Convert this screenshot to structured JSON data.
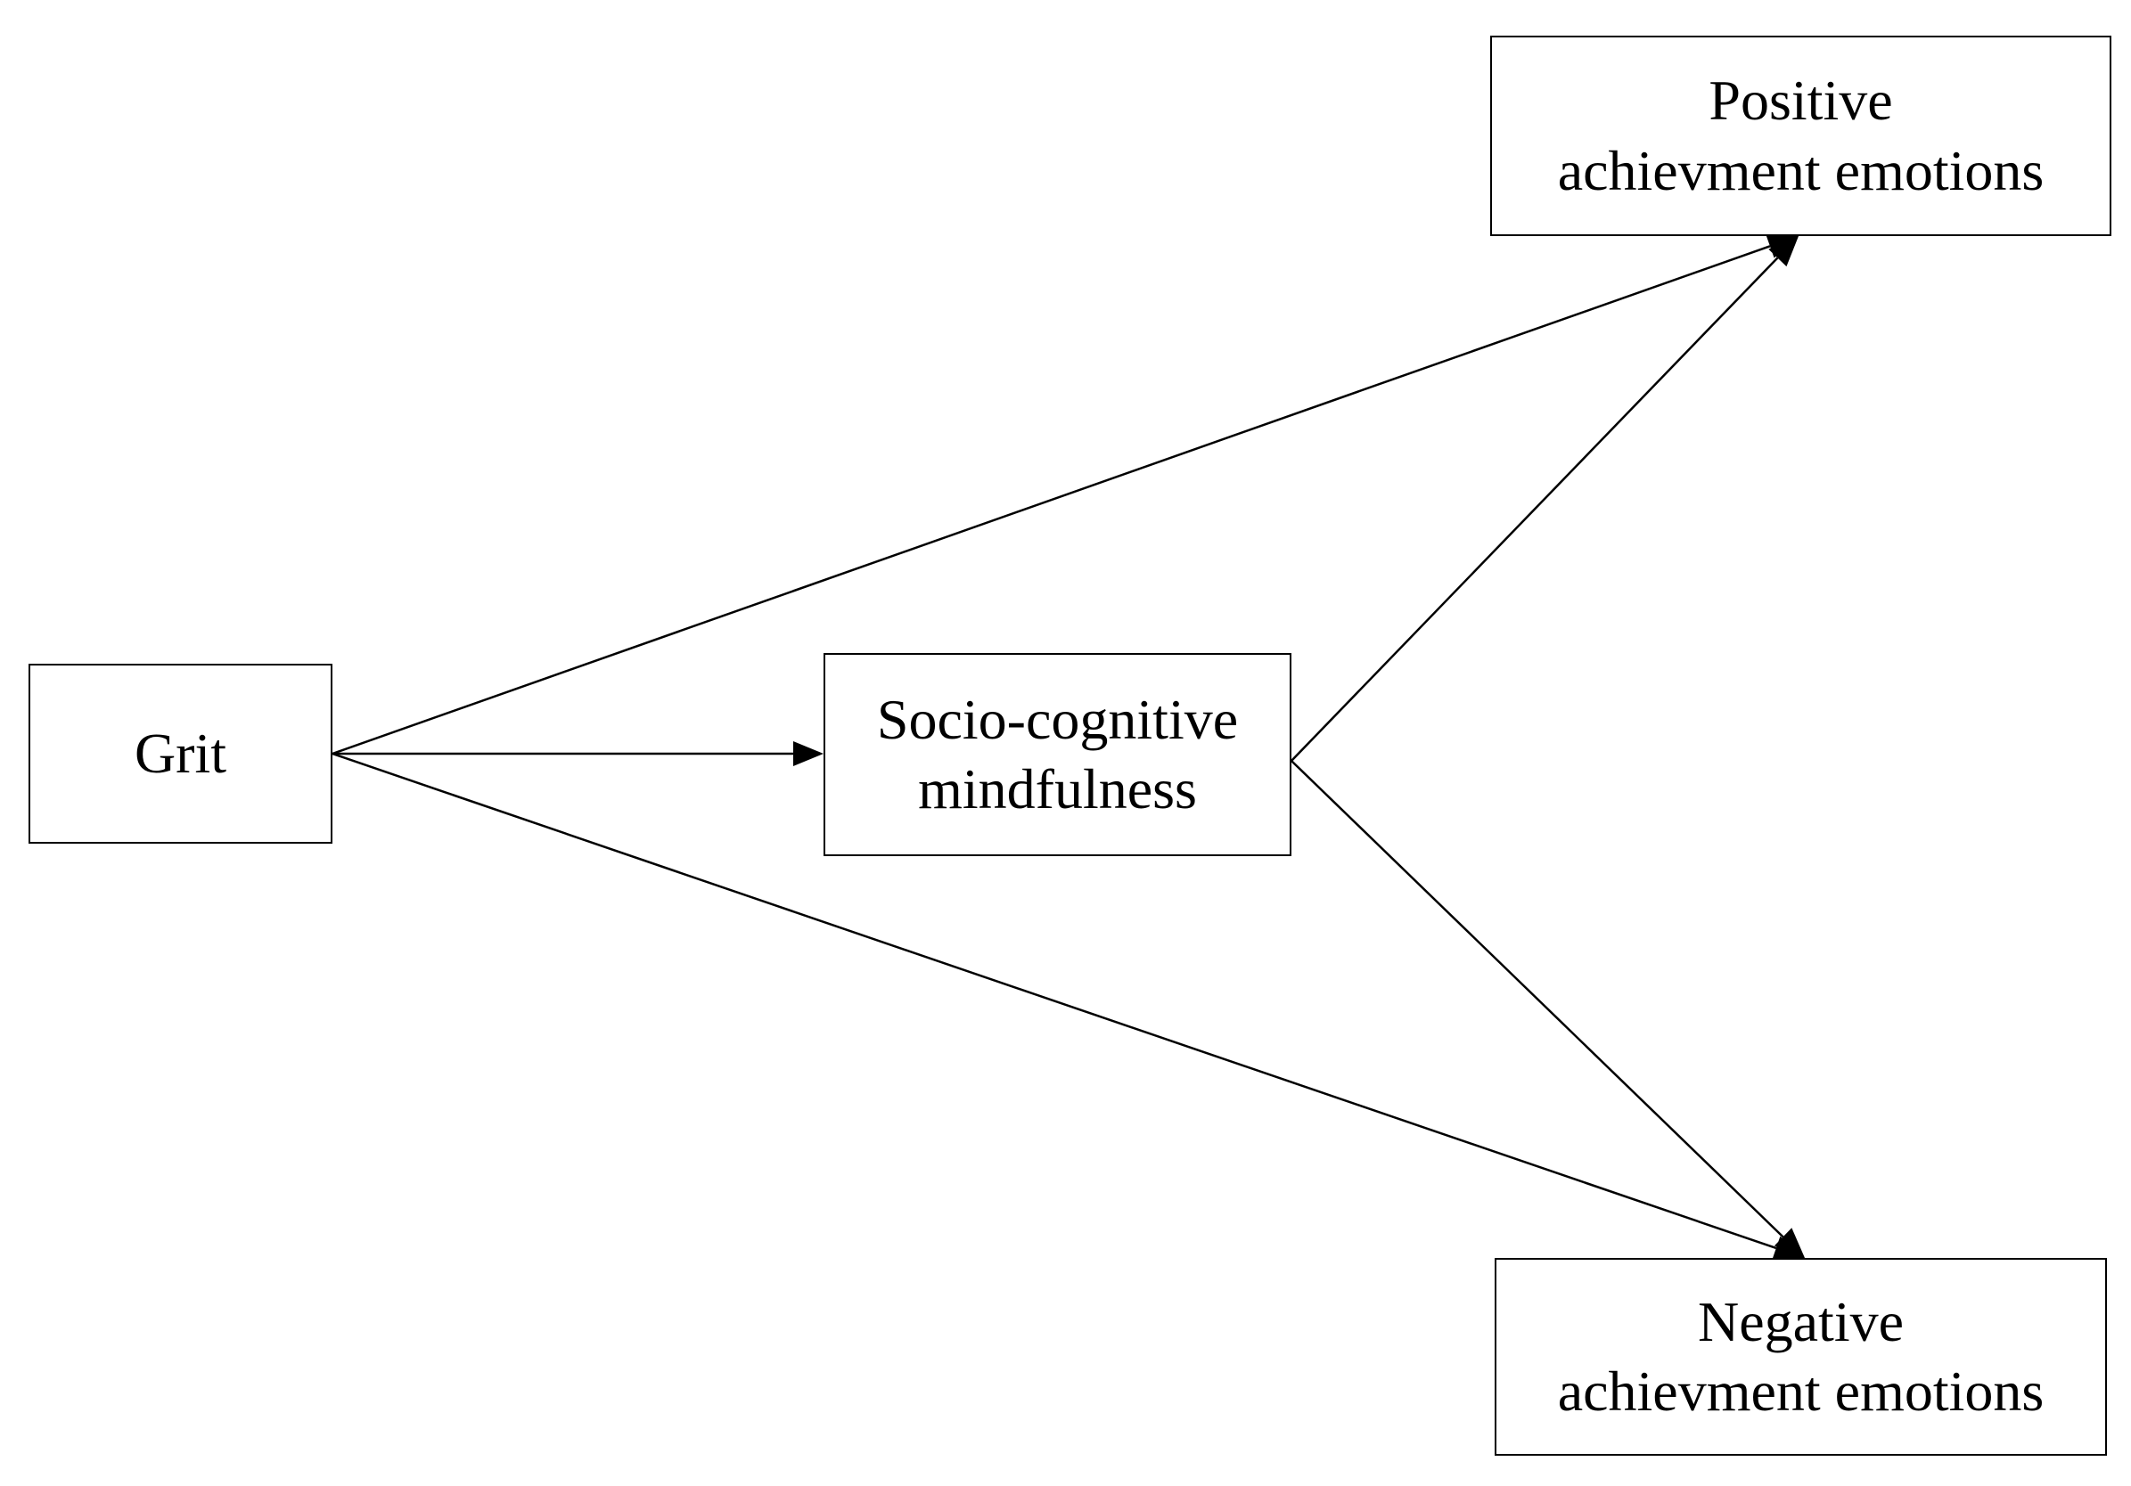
{
  "diagram": {
    "nodes": {
      "grit": {
        "line1": "Grit"
      },
      "socio": {
        "line1": "Socio-cognitive",
        "line2": "mindfulness"
      },
      "positive": {
        "line1": "Positive",
        "line2": "achievment emotions"
      },
      "negative": {
        "line1": "Negative",
        "line2": "achievment emotions"
      }
    },
    "edges": [
      {
        "from": "grit",
        "to": "socio"
      },
      {
        "from": "grit",
        "to": "positive"
      },
      {
        "from": "grit",
        "to": "negative"
      },
      {
        "from": "socio",
        "to": "positive"
      },
      {
        "from": "socio",
        "to": "negative"
      }
    ],
    "colors": {
      "stroke": "#000000",
      "fill": "#ffffff"
    }
  }
}
